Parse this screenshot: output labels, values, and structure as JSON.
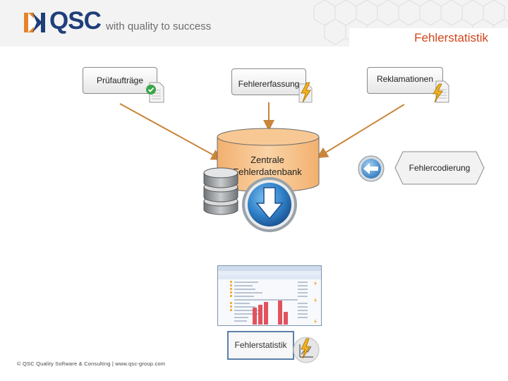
{
  "header": {
    "logo_text": "QSC",
    "tagline": "with quality to success",
    "page_title": "Fehlerstatistik"
  },
  "nodes": {
    "pruefauftraege": "Prüfaufträge",
    "fehlererfassung": "Fehlererfassung",
    "reklamationen": "Reklamationen",
    "database_line1": "Zentrale",
    "database_line2": "Fehlerdatenbank",
    "fehlercodierung": "Fehlercodierung",
    "fehlerstatistik": "Fehlerstatistik"
  },
  "footer": {
    "copyright": "© QSC Quality Software & Consulting | www.qsc-group.com"
  },
  "icons": [
    "document-check-icon",
    "lightning-icon",
    "document-lightning-icon",
    "arrow-left-icon",
    "database-icon",
    "download-arrow-icon",
    "chart-lightning-icon"
  ],
  "colors": {
    "accent": "#d1461c",
    "brand": "#1f3f7a",
    "connector": "#c9863a",
    "database_fill": "#f6c08b"
  }
}
